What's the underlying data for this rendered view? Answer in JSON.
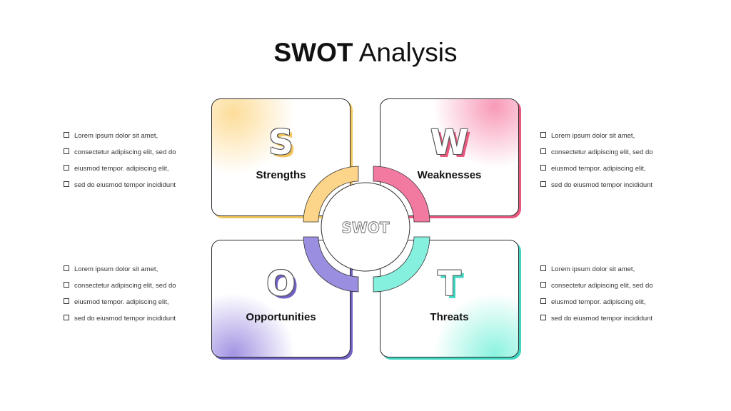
{
  "title": {
    "bold": "SWOT",
    "rest": "Analysis"
  },
  "center_label": "SWOT",
  "colors": {
    "strengths": "#fdd58a",
    "weaknesses": "#f27aa1",
    "opportunities": "#9a8ee0",
    "threats": "#86f0df"
  },
  "quadrants": [
    {
      "letter": "S",
      "label": "Strengths"
    },
    {
      "letter": "W",
      "label": "Weaknesses"
    },
    {
      "letter": "O",
      "label": "Opportunities"
    },
    {
      "letter": "T",
      "label": "Threats"
    }
  ],
  "lists": {
    "top_left": [
      "Lorem ipsum dolor sit amet,",
      "consectetur adipiscing elit, sed do",
      "eiusmod tempor. adipiscing elit,",
      "sed do eiusmod tempor incididunt"
    ],
    "top_right": [
      "Lorem ipsum dolor sit amet,",
      "consectetur adipiscing elit, sed do",
      "eiusmod tempor. adipiscing elit,",
      "sed do eiusmod tempor incididunt"
    ],
    "bottom_left": [
      "Lorem ipsum dolor sit amet,",
      "consectetur adipiscing elit, sed do",
      "eiusmod tempor. adipiscing elit,",
      "sed do eiusmod tempor incididunt"
    ],
    "bottom_right": [
      "Lorem ipsum dolor sit amet,",
      "consectetur adipiscing elit, sed do",
      "eiusmod tempor. adipiscing elit,",
      "sed do eiusmod tempor incididunt"
    ]
  }
}
